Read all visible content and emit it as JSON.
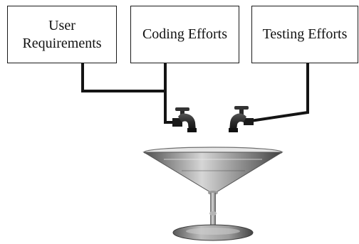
{
  "boxes": {
    "user_requirements": "User\nRequirements",
    "coding_efforts": "Coding Efforts",
    "testing_efforts": "Testing Efforts"
  },
  "icons": {
    "left_tap": "water-faucet-icon",
    "right_tap": "water-faucet-icon",
    "vessel": "martini-glass-icon"
  },
  "colors": {
    "line": "#141414",
    "box_border": "#1a1a1a",
    "faucet": "#2a2a2a",
    "glass_dark": "#5e5e5e",
    "glass_light": "#c9c9c9"
  }
}
